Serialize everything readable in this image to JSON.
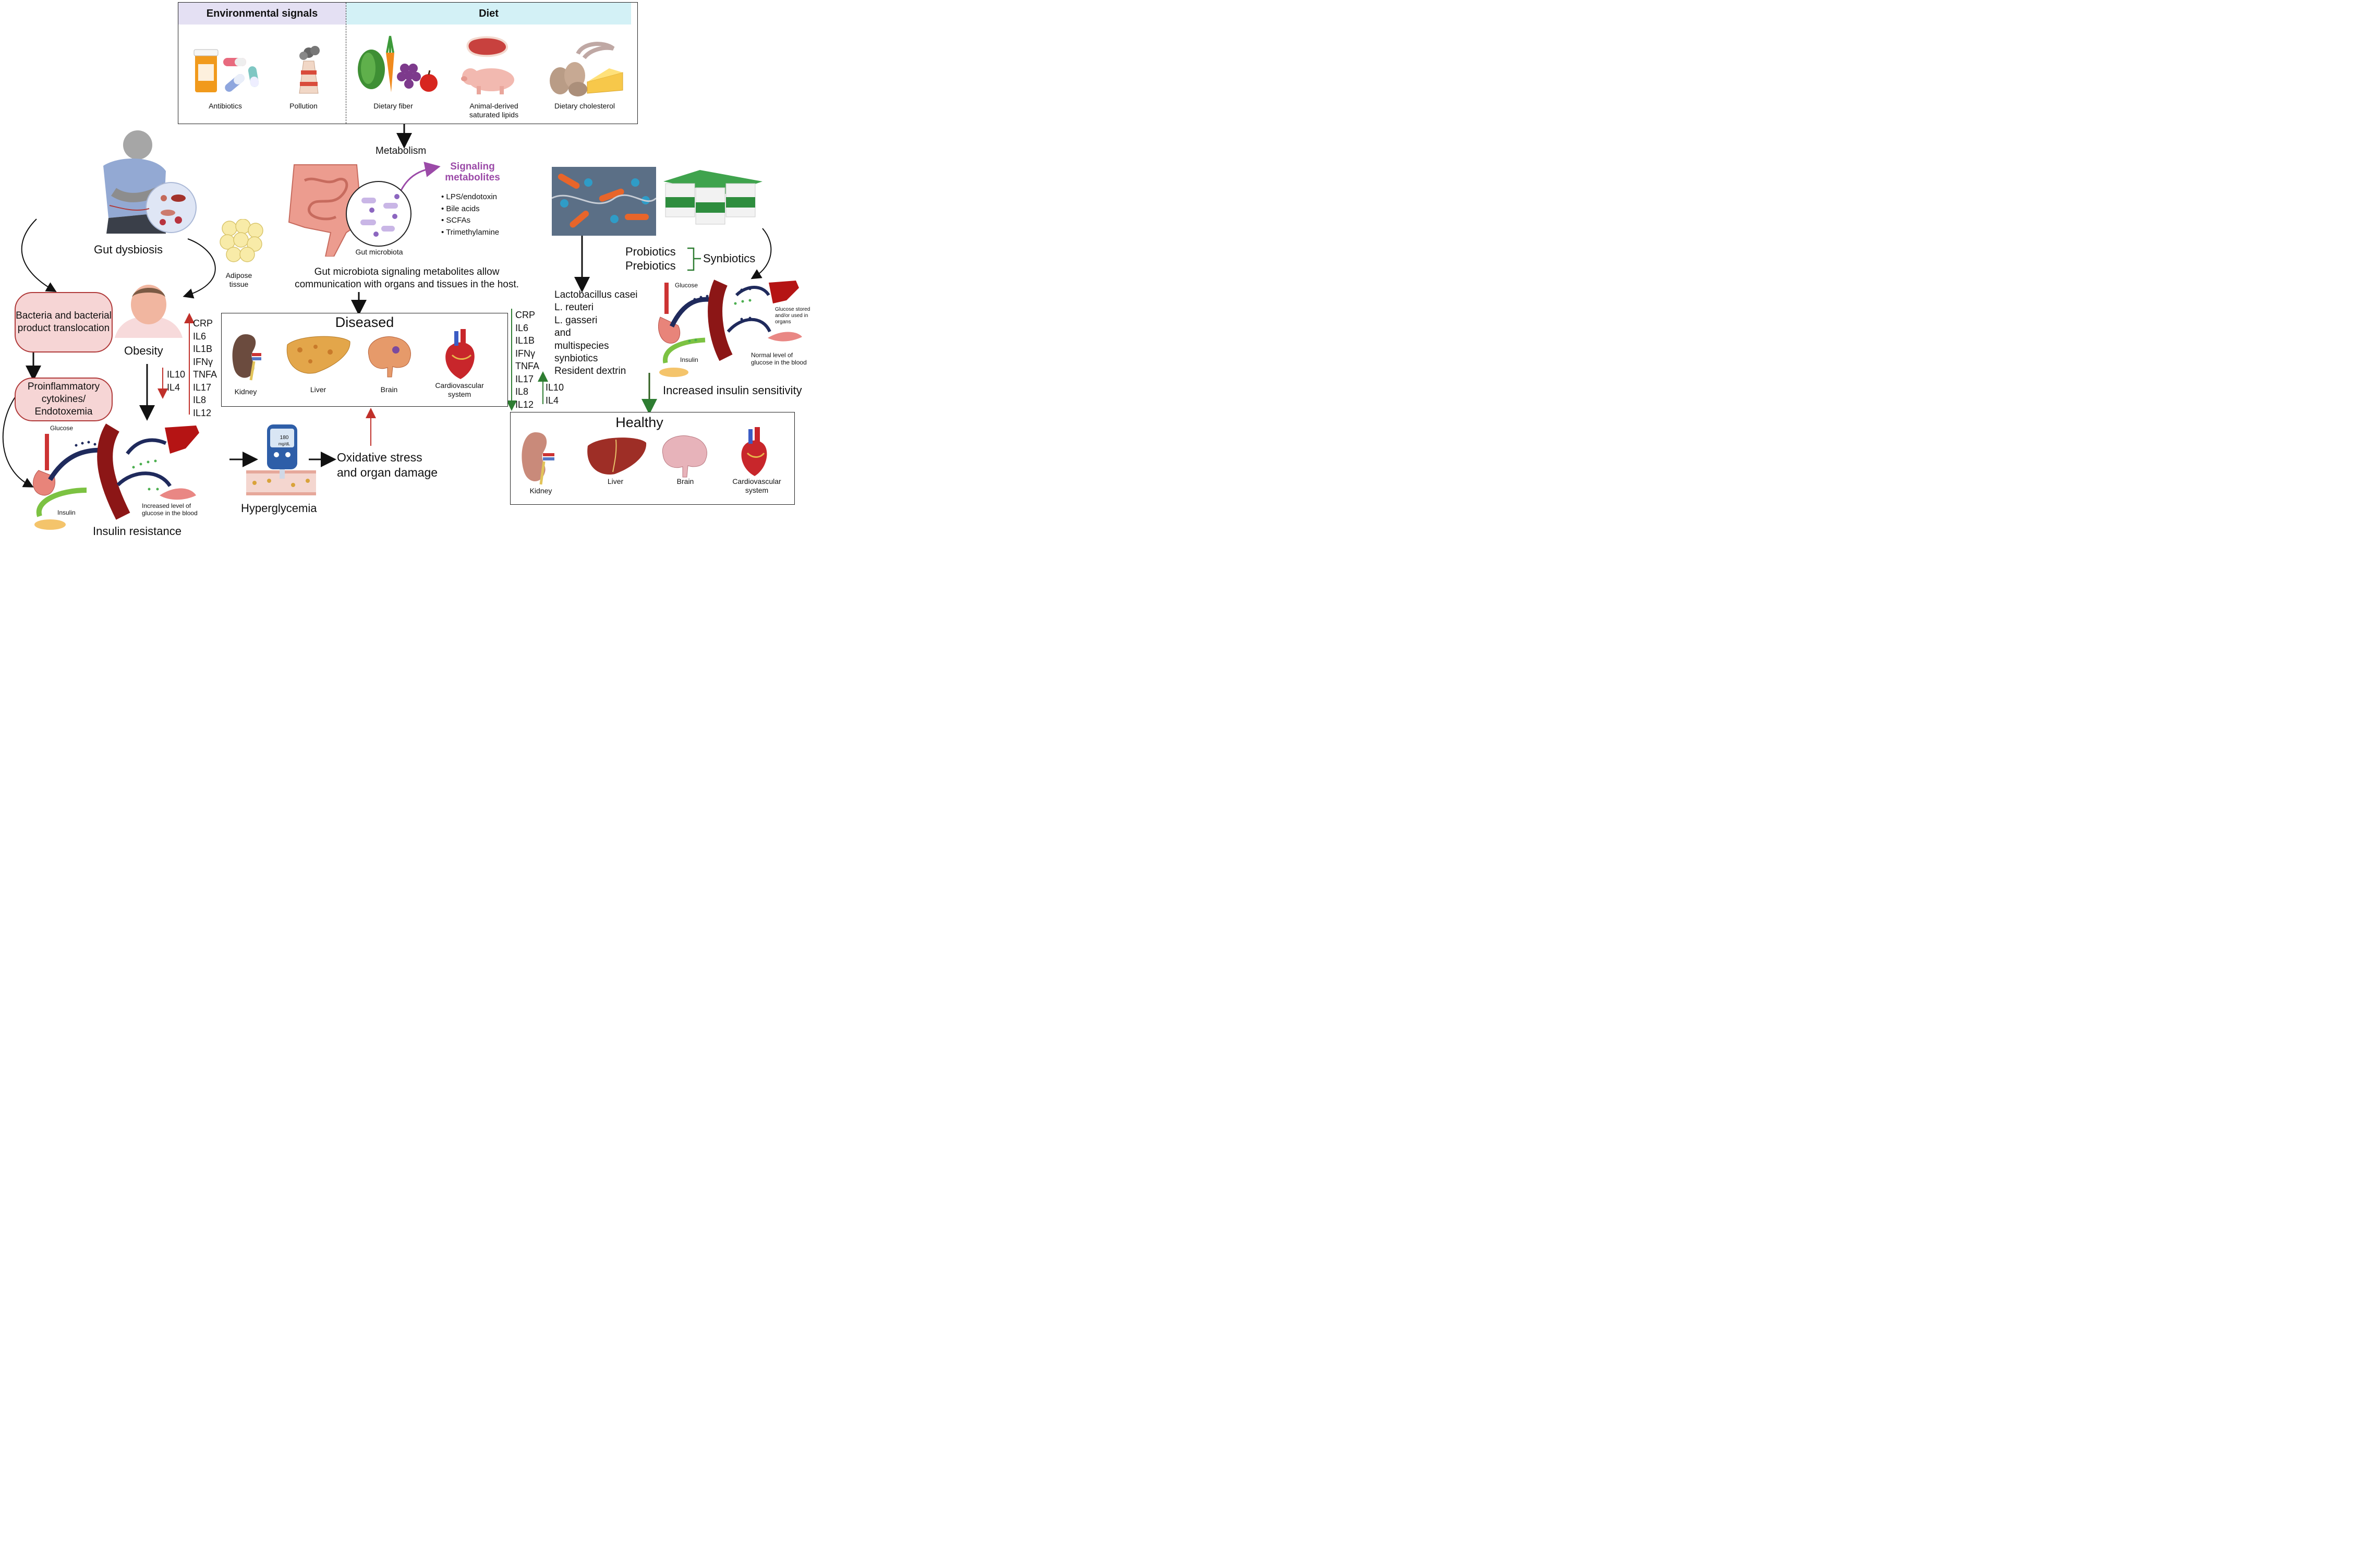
{
  "top_panel": {
    "env_header": "Environmental signals",
    "diet_header": "Diet",
    "items": [
      "Antibiotics",
      "Pollution",
      "Dietary fiber",
      "Animal-derived saturated lipids",
      "Dietary cholesterol"
    ]
  },
  "center": {
    "metabolism": "Metabolism",
    "signaling_title": "Signaling metabolites",
    "metabolites": [
      "LPS/endotoxin",
      "Bile acids",
      "SCFAs",
      "Trimethylamine"
    ],
    "microbiota_label": "Gut microbiota",
    "caption_line1": "Gut microbiota signaling metabolites allow",
    "caption_line2": "communication with organs and tissues in the host."
  },
  "diseased": {
    "title": "Diseased",
    "organs": [
      "Kidney",
      "Liver",
      "Brain",
      "Cardiovascular system"
    ]
  },
  "healthy": {
    "title": "Healthy",
    "organs": [
      "Kidney",
      "Liver",
      "Brain",
      "Cardiovascular system"
    ]
  },
  "left": {
    "gut_dysbiosis": "Gut dysbiosis",
    "adipose": "Adipose tissue",
    "obesity": "Obesity",
    "bacteria_pill": "Bacteria and bacterial product translocation",
    "cytokines_pill": "Proinflammatory cytokines/ Endotoxemia",
    "insulin_resistance": "Insulin resistance",
    "glucose": "Glucose",
    "insulin": "Insulin",
    "increased_glucose": "Increased level of glucose in the blood"
  },
  "cytokines_up": [
    "CRP",
    "IL6",
    "IL1B",
    "IFNγ",
    "TNFA",
    "IL17",
    "IL8",
    "IL12"
  ],
  "cytokines_down": [
    "IL10",
    "IL4"
  ],
  "bottom_center": {
    "meter_value": "180",
    "meter_unit": "mg/dL",
    "hyperglycemia": "Hyperglycemia",
    "oxidative_line1": "Oxidative stress",
    "oxidative_line2": "and organ damage"
  },
  "right": {
    "probiotics": "Probiotics",
    "prebiotics": "Prebiotics",
    "synbiotics": "Synbiotics",
    "strains": [
      "Lactobacillus casei",
      "L. reuteri",
      "L. gasseri",
      "and",
      "multispecies",
      "synbiotics",
      "Resident dextrin"
    ],
    "glucose": "Glucose",
    "glucose_stored": "Glucose stored and/or used in organs",
    "insulin": "Insulin",
    "normal_glucose": "Normal level of glucose in the blood",
    "increased_sensitivity": "Increased insulin sensitivity"
  },
  "colors": {
    "env_header_bg": "#e4e0f3",
    "diet_header_bg": "#d3f1f6",
    "pill_fill": "#f6d5d5",
    "pill_border": "#b03a3a",
    "up_arrow": "#c0302a",
    "green_arrow": "#2e7d32",
    "metabolite_purple": "#9b4aa8"
  }
}
